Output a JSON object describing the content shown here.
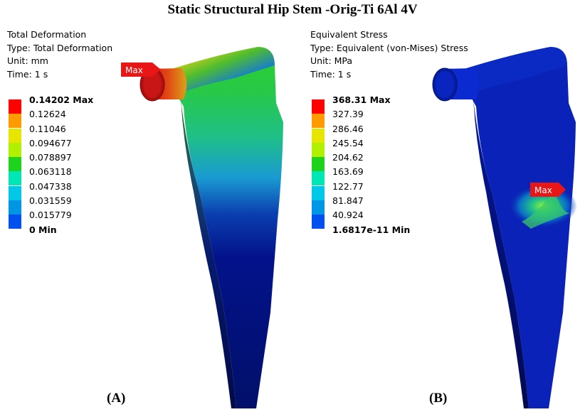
{
  "title": "Static Structural Hip Stem -Orig-Ti 6Al 4V",
  "panels": [
    {
      "label": "(A)",
      "info": [
        "Total Deformation",
        "Type: Total Deformation",
        "Unit: mm",
        "Time: 1 s"
      ],
      "legend": [
        "0.14202 Max",
        "0.12624",
        "0.11046",
        "0.094677",
        "0.078897",
        "0.063118",
        "0.047338",
        "0.031559",
        "0.015779",
        "0 Min"
      ],
      "max_tag": "Max"
    },
    {
      "label": "(B)",
      "info": [
        "Equivalent Stress",
        "Type: Equivalent (von-Mises) Stress",
        "Unit: MPa",
        "Time: 1 s"
      ],
      "legend": [
        "368.31 Max",
        "327.39",
        "286.46",
        "245.54",
        "204.62",
        "163.69",
        "122.77",
        "81.847",
        "40.924",
        "1.6817e-11 Min"
      ],
      "max_tag": "Max"
    }
  ],
  "legend_colors": [
    "#ff0000",
    "#ff9a00",
    "#e6e600",
    "#b0f000",
    "#1ed21e",
    "#00e6b4",
    "#00c8e6",
    "#0096e6",
    "#0050f0",
    "#0000ff"
  ]
}
